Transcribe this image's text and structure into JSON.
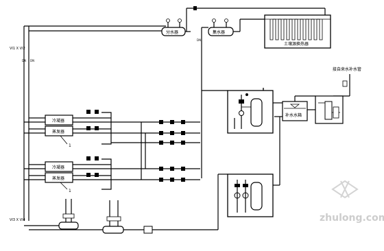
{
  "labels": {
    "pipe_dn": "DN",
    "tank_left": "分水器",
    "tank_right": "集水器",
    "ground_exchanger": "土壤源换热器",
    "tap_water": "接自来水补水管",
    "water_tank": "补水水箱",
    "unit1_top": "冷凝器",
    "unit1_bottom": "蒸发器",
    "unit2_top": "冷凝器",
    "unit2_bottom": "蒸发器",
    "unit1_no": "1",
    "unit2_no": "1",
    "vi1_vi2": "VI1  X  VI2",
    "vi3_vi4": "VI3  X  VI4",
    "watermark": "zhulong.com"
  }
}
